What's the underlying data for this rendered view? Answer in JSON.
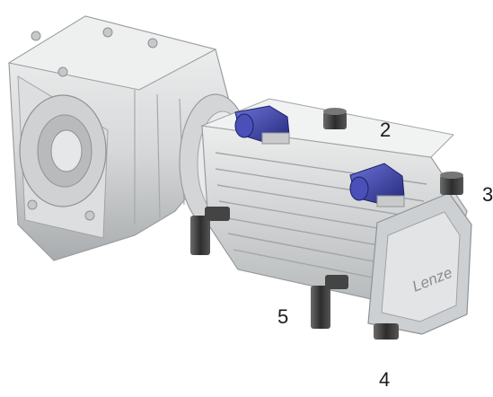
{
  "callouts": {
    "c2": "2",
    "c3": "3",
    "c4": "4",
    "c5": "5"
  },
  "brand_text": "Lenze",
  "colors": {
    "housing": "#d9dadb",
    "housing_dark": "#b9bbbd",
    "housing_light": "#eeefef",
    "connector_blue": "#3a3f9e",
    "fitting_dark": "#3b3b3b"
  }
}
